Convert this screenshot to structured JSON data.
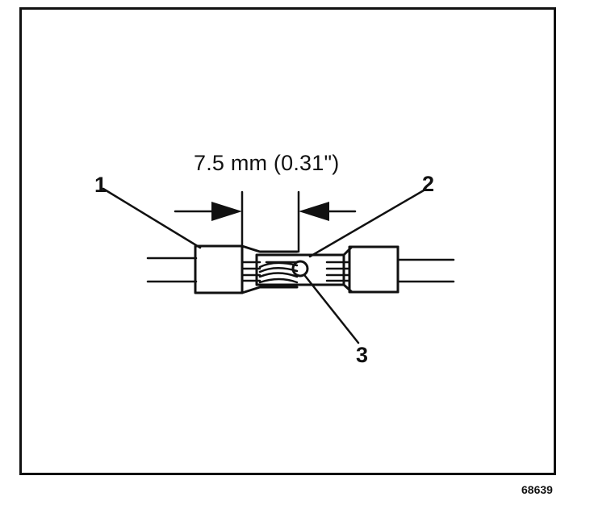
{
  "dimension": {
    "text": "7.5 mm (0.31\")"
  },
  "callouts": {
    "one": "1",
    "two": "2",
    "three": "3"
  },
  "figure_id": "68639",
  "colors": {
    "ink": "#111111",
    "paper": "#ffffff"
  }
}
